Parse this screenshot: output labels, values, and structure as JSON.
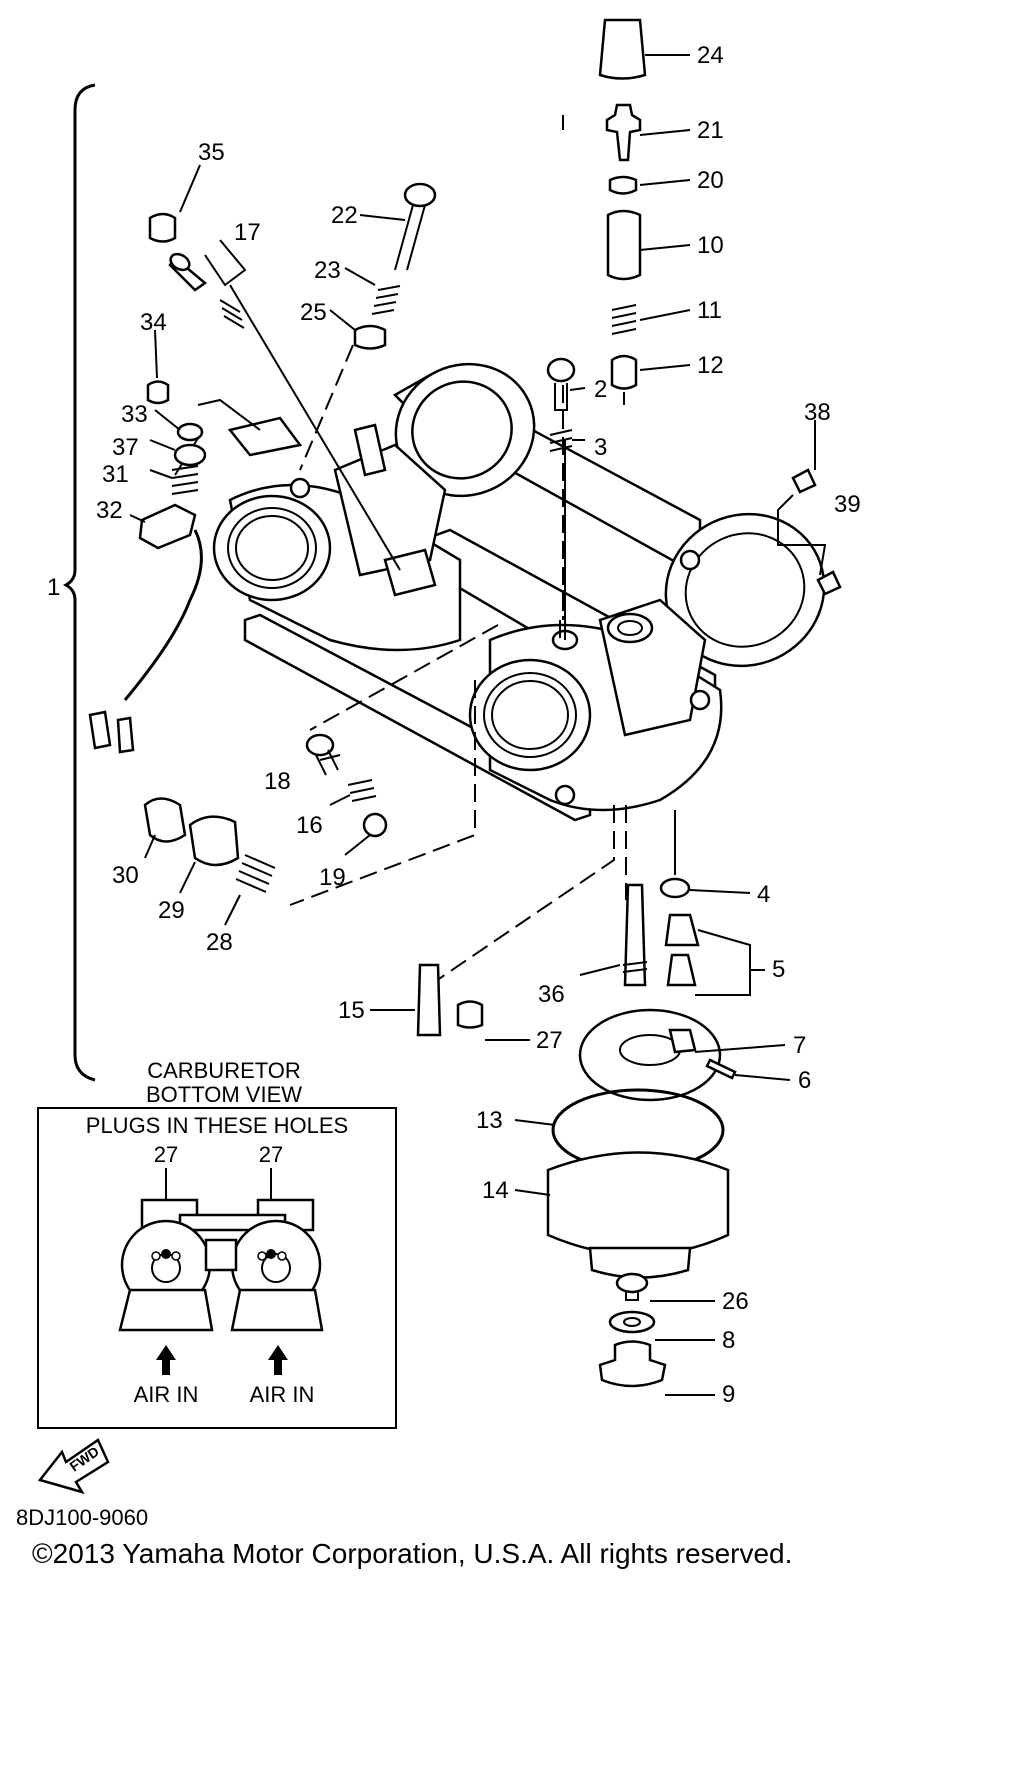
{
  "callouts": {
    "c1": "1",
    "c2": "2",
    "c3": "3",
    "c4": "4",
    "c5": "5",
    "c6": "6",
    "c7": "7",
    "c8": "8",
    "c9": "9",
    "c10": "10",
    "c11": "11",
    "c12": "12",
    "c13": "13",
    "c14": "14",
    "c15": "15",
    "c16": "16",
    "c17": "17",
    "c18": "18",
    "c19": "19",
    "c20": "20",
    "c21": "21",
    "c22": "22",
    "c23": "23",
    "c24": "24",
    "c25": "25",
    "c26": "26",
    "c27": "27",
    "c28": "28",
    "c29": "29",
    "c30": "30",
    "c31": "31",
    "c32": "32",
    "c33": "33",
    "c34": "34",
    "c35": "35",
    "c36": "36",
    "c37": "37",
    "c38": "38",
    "c39": "39"
  },
  "inset": {
    "heading_line1": "CARBURETOR",
    "heading_line2": "BOTTOM VIEW",
    "box_title": "PLUGS IN THESE HOLES",
    "left_ref": "27",
    "right_ref": "27",
    "left_air": "AIR IN",
    "right_air": "AIR IN"
  },
  "fwd_label": "FWD",
  "diagram_code": "8DJ100-9060",
  "copyright": "©2013 Yamaha Motor Corporation, U.S.A. All rights reserved."
}
